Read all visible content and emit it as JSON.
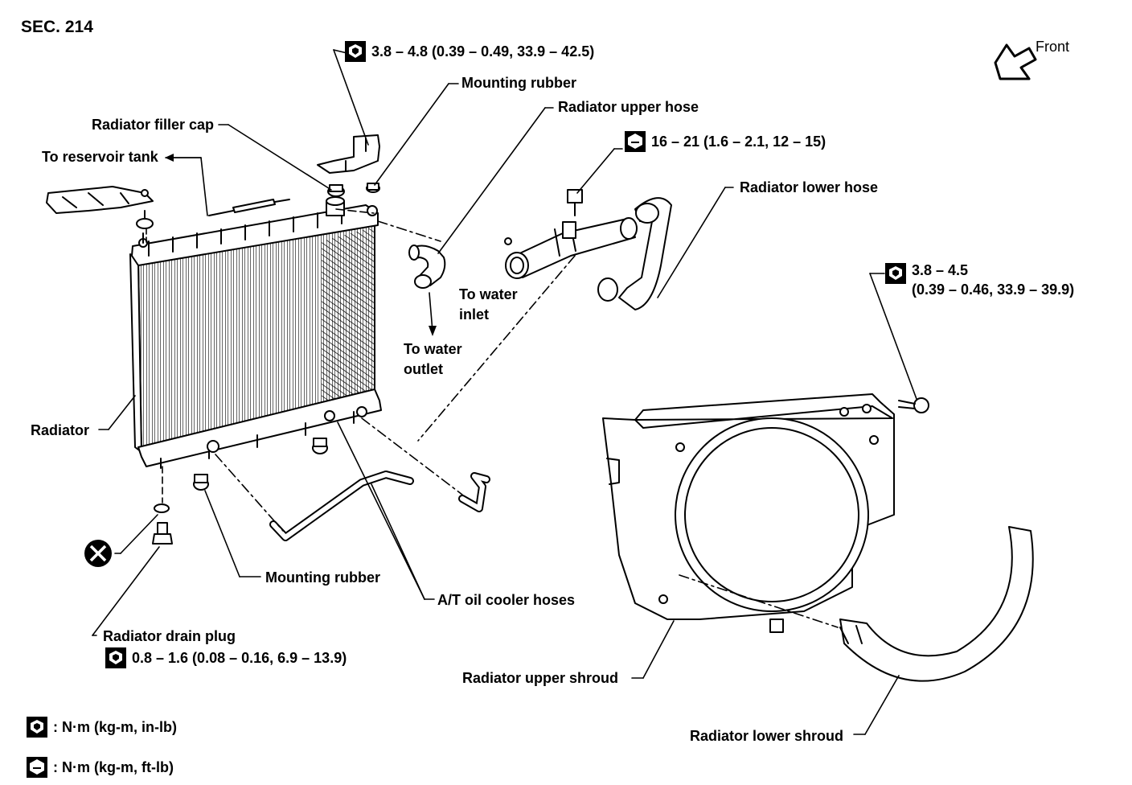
{
  "section": "SEC. 214",
  "front_label": "Front",
  "labels": {
    "radiator_filler_cap": "Radiator filler cap",
    "to_reservoir_tank": "To reservoir tank",
    "mounting_rubber_top": "Mounting rubber",
    "radiator_upper_hose": "Radiator upper hose",
    "radiator_lower_hose": "Radiator lower hose",
    "to_water_inlet": [
      "To water",
      "inlet"
    ],
    "to_water_outlet": [
      "To water",
      "outlet"
    ],
    "radiator": "Radiator",
    "mounting_rubber_bottom": "Mounting rubber",
    "at_oil_cooler_hoses": "A/T oil cooler hoses",
    "radiator_drain_plug": "Radiator drain plug",
    "radiator_upper_shroud": "Radiator upper shroud",
    "radiator_lower_shroud": "Radiator lower shroud"
  },
  "torques": {
    "top_bracket": "3.8 – 4.8 (0.39 – 0.49, 33.9 – 42.5)",
    "hose_clamp": "16 – 21 (1.6 – 2.1, 12 – 15)",
    "shroud_bolt": [
      "3.8 – 4.5",
      "(0.39 – 0.46, 33.9 – 39.9)"
    ],
    "drain_plug": "0.8 – 1.6 (0.08 – 0.16, 6.9 – 13.9)"
  },
  "legend": {
    "inlb": ": N·m (kg-m, in-lb)",
    "ftlb": ": N·m (kg-m, ft-lb)"
  },
  "icons": {
    "torque_inlb": "filled-torque-wrench-icon",
    "torque_ftlb": "outline-torque-wrench-icon",
    "replace": "do-not-reuse-icon",
    "front_arrow": "front-arrow-icon"
  }
}
